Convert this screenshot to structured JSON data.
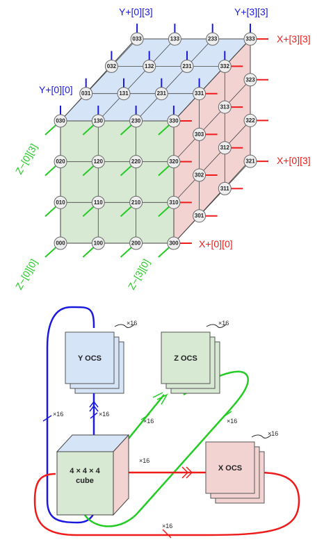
{
  "colors": {
    "y_axis": "#1a1adf",
    "x_axis": "#ef1a1a",
    "z_axis": "#22cc22",
    "top_face": "#d6e4f8",
    "right_face": "#f3d2d2",
    "front_face": "#d7e8d3",
    "grid": "#444444"
  },
  "cube": {
    "node_ids": [
      "000",
      "100",
      "200",
      "300",
      "010",
      "110",
      "210",
      "310",
      "020",
      "120",
      "220",
      "320",
      "030",
      "130",
      "230",
      "330",
      "031",
      "131",
      "231",
      "331",
      "032",
      "132",
      "231",
      "332",
      "033",
      "133",
      "233",
      "333",
      "301",
      "302",
      "303",
      "311",
      "312",
      "313",
      "321",
      "322",
      "323"
    ],
    "labels": {
      "y_left_bottom": "Y+[0][0]",
      "y_top_left": "Y+[0][3]",
      "y_top_right": "Y+[3][3]",
      "x_top": "X+[3][3]",
      "x_mid": "X+[0][3]",
      "x_bottom": "X+[0][0]",
      "z_top": "Z−[0][3]",
      "z_bottom_left": "Z−[0][0]",
      "z_bottom_mid": "Z−[3][0]"
    }
  },
  "ocs": {
    "y": "Y OCS",
    "z": "Z OCS",
    "x": "X OCS",
    "cube_line1": "4 × 4 × 4",
    "cube_line2": "cube",
    "mult": "×16"
  }
}
